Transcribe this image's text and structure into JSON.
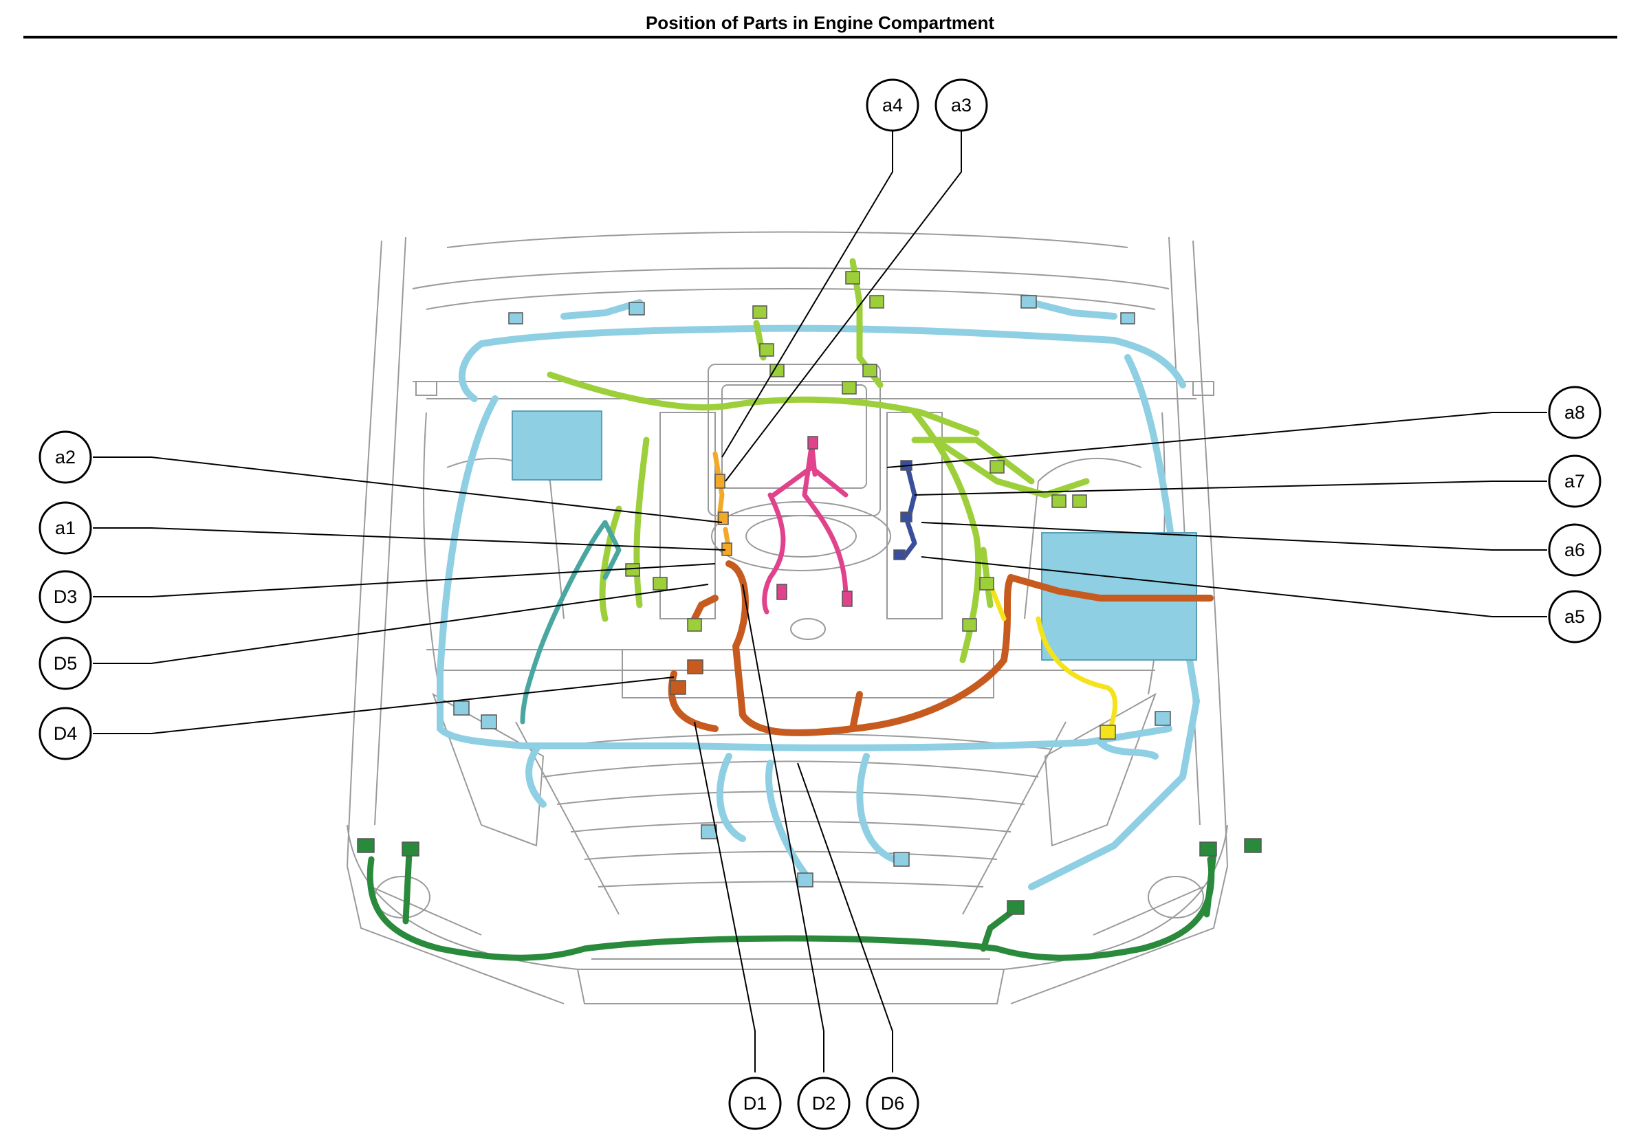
{
  "title": "Position of Parts in Engine Compartment",
  "colors": {
    "harness_blue": "#8fcfe3",
    "harness_green": "#9ccf3a",
    "harness_dark_green": "#2a8a3c",
    "harness_orange": "#c75a1e",
    "harness_yellow": "#f4e21b",
    "harness_pink": "#e0428c",
    "harness_navy": "#3a4f9c",
    "harness_teal": "#4aa6a0",
    "harness_amber": "#f2a92a",
    "outline": "#9a9a9a"
  },
  "callouts": [
    {
      "id": "a4",
      "label": "a4"
    },
    {
      "id": "a3",
      "label": "a3"
    },
    {
      "id": "a8",
      "label": "a8"
    },
    {
      "id": "a7",
      "label": "a7"
    },
    {
      "id": "a6",
      "label": "a6"
    },
    {
      "id": "a5",
      "label": "a5"
    },
    {
      "id": "a2",
      "label": "a2"
    },
    {
      "id": "a1",
      "label": "a1"
    },
    {
      "id": "D3",
      "label": "D3"
    },
    {
      "id": "D5",
      "label": "D5"
    },
    {
      "id": "D4",
      "label": "D4"
    },
    {
      "id": "D1",
      "label": "D1"
    },
    {
      "id": "D2",
      "label": "D2"
    },
    {
      "id": "D6",
      "label": "D6"
    }
  ]
}
